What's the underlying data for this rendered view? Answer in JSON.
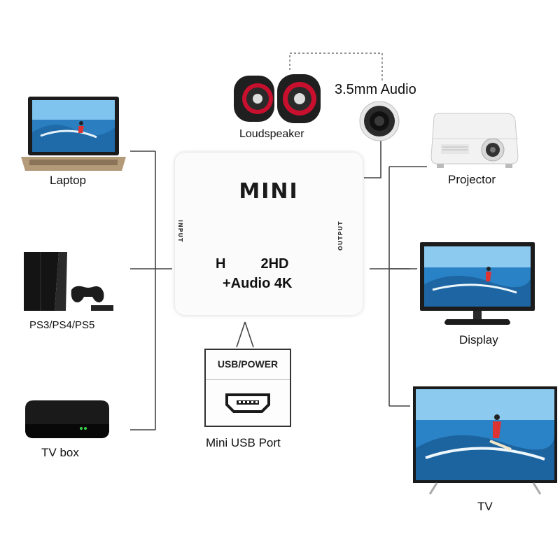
{
  "device": {
    "title": "MINI",
    "line1_left": "H",
    "line1_right": "2HD",
    "line2": "+Audio 4K",
    "input_tag": "INPUT",
    "output_tag": "OUTPUT",
    "color": "#fbfbfb"
  },
  "sources": [
    {
      "label": "Laptop",
      "icon": "laptop-icon"
    },
    {
      "label": "PS3/PS4/PS5",
      "icon": "game-console-icon"
    },
    {
      "label": "TV box",
      "icon": "tv-box-icon"
    }
  ],
  "outputs": [
    {
      "label": "Projector",
      "icon": "projector-icon"
    },
    {
      "label": "Display",
      "icon": "monitor-icon"
    },
    {
      "label": "TV",
      "icon": "tv-icon"
    }
  ],
  "audio": {
    "speaker_label": "Loudspeaker",
    "jack_label": "3.5mm Audio",
    "speaker_accent": "#c8102e"
  },
  "usb": {
    "panel_title": "USB/POWER",
    "port_label": "Mini USB Port"
  }
}
